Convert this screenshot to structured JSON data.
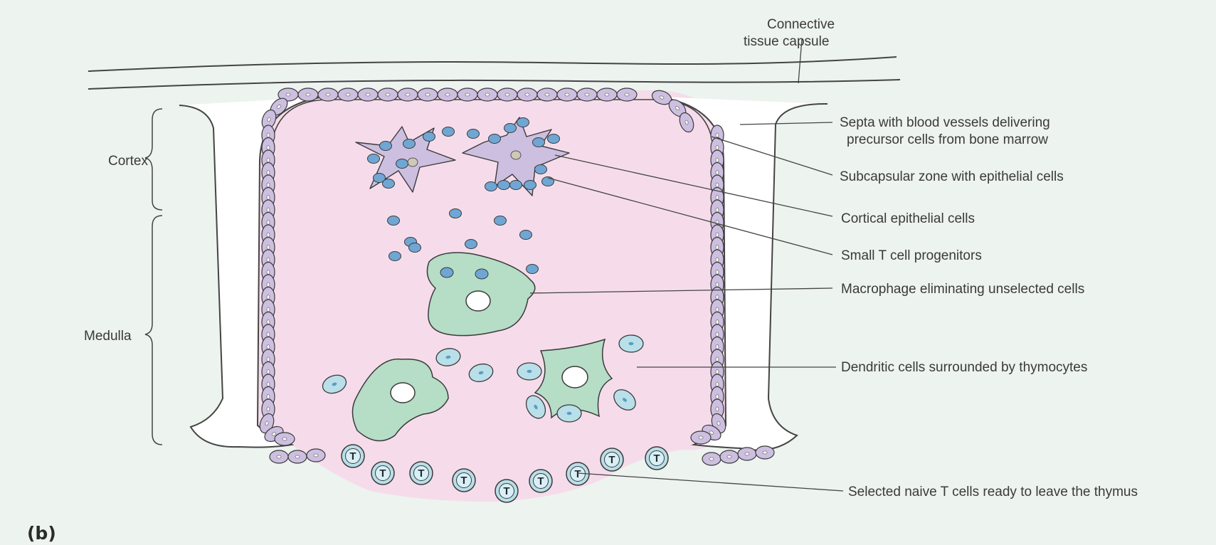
{
  "panel_label": "(b)",
  "regions": {
    "cortex": "Cortex",
    "medulla": "Medulla"
  },
  "labels": {
    "capsule_line1": "Connective",
    "capsule_line2": "tissue capsule",
    "septa_line1": "Septa with blood vessels delivering",
    "septa_line2": "precursor cells from bone marrow",
    "subcapsular": "Subcapsular zone with epithelial cells",
    "cortical": "Cortical epithelial cells",
    "progenitors": "Small T cell progenitors",
    "macrophage": "Macrophage eliminating unselected cells",
    "dendritic": "Dendritic cells surrounded by thymocytes",
    "selected": "Selected naive T cells ready to leave the thymus"
  },
  "t_cell_letter": "T",
  "colors": {
    "background": "#edf3ef",
    "lobule_fill": "#f6dcea",
    "epithelial_cell": "#cdbfe0",
    "progenitor": "#6fa6d4",
    "macrophage": "#b6ddc6",
    "thymocyte": "#b9dfe9",
    "outline": "#3b3b3b"
  }
}
